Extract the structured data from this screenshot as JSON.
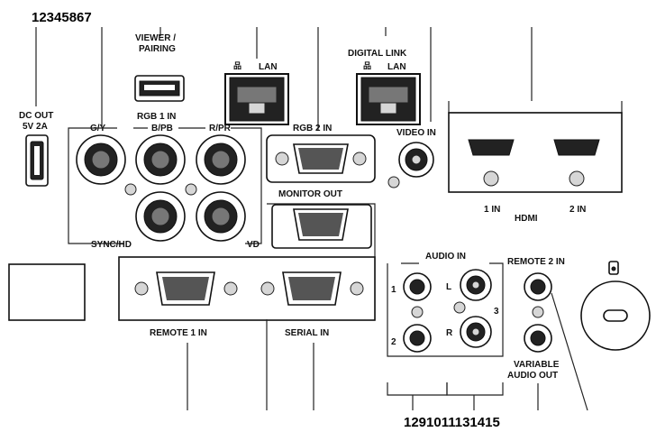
{
  "callouts": {
    "top": "12345867",
    "bottom": "1291011131415"
  },
  "labels": {
    "dc_out_1": "DC OUT",
    "dc_out_2": "5V 2A",
    "viewer_1": "VIEWER /",
    "viewer_2": "PAIRING",
    "lan": "LAN",
    "digital_link": "DIGITAL LINK",
    "lan2": "LAN",
    "rgb1": "RGB 1 IN",
    "gy": "G/Y",
    "bpb": "B/PB",
    "rpr": "R/PR",
    "sync_hd": "SYNC/HD",
    "vd": "VD",
    "rgb2": "RGB 2 IN",
    "monitor_out": "MONITOR OUT",
    "video_in": "VIDEO IN",
    "hdmi1": "1 IN",
    "hdmi_logo": "HDMI",
    "hdmi2": "2 IN",
    "remote1": "REMOTE 1 IN",
    "serial_in": "SERIAL IN",
    "audio_in": "AUDIO IN",
    "a1": "1",
    "a2": "2",
    "a3": "3",
    "l": "L",
    "r": "R",
    "remote2": "REMOTE 2 IN",
    "variable_1": "VARIABLE",
    "variable_2": "AUDIO OUT"
  }
}
